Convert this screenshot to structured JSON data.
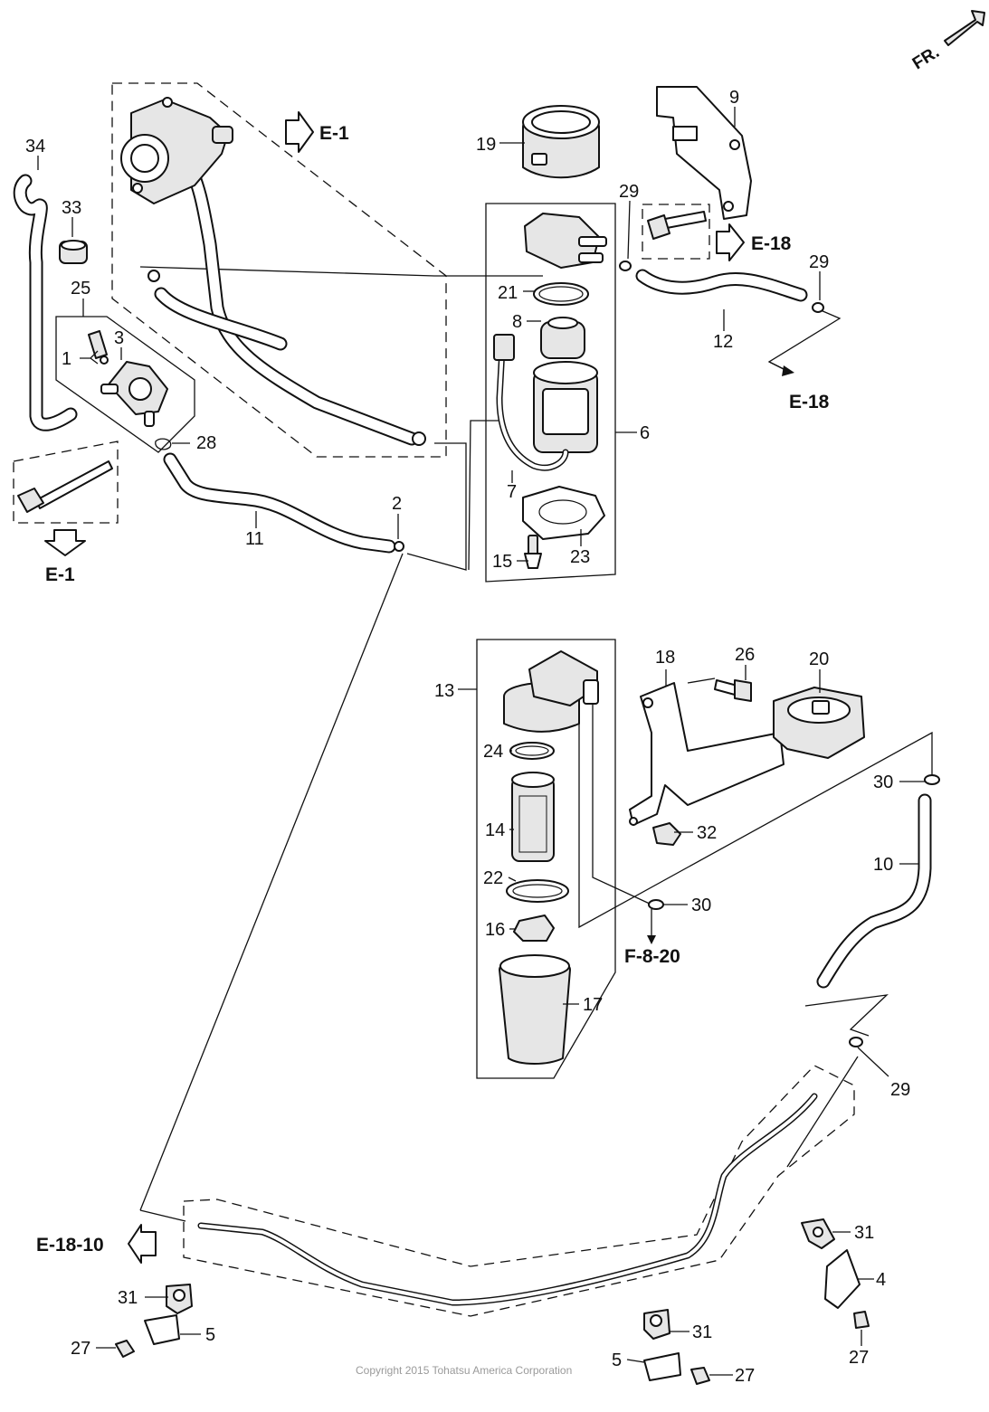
{
  "orientation": {
    "label": "FR."
  },
  "references": {
    "e1_top": "E-1",
    "e1_left": "E-1",
    "e18_bracket": "E-18",
    "e18_hose": "E-18",
    "f820": "F-8-20",
    "e1810": "E-18-10"
  },
  "callouts": {
    "p1": "1",
    "p2": "2",
    "p3": "3",
    "p4": "4",
    "p5a": "5",
    "p5b": "5",
    "p6": "6",
    "p7": "7",
    "p8": "8",
    "p9": "9",
    "p10": "10",
    "p11": "11",
    "p12": "12",
    "p13": "13",
    "p14": "14",
    "p15": "15",
    "p16": "16",
    "p17": "17",
    "p18": "18",
    "p19": "19",
    "p20": "20",
    "p21": "21",
    "p22": "22",
    "p23": "23",
    "p24": "24",
    "p25": "25",
    "p26": "26",
    "p27a": "27",
    "p27b": "27",
    "p27c": "27",
    "p28": "28",
    "p29a": "29",
    "p29b": "29",
    "p29c": "29",
    "p30a": "30",
    "p30b": "30",
    "p31a": "31",
    "p31b": "31",
    "p31c": "31",
    "p32": "32",
    "p33": "33",
    "p34": "34"
  },
  "copyright": "Copyright 2015 Tohatsu America Corporation",
  "colors": {
    "line": "#111111",
    "background": "#ffffff",
    "copyright": "#9a9a9a"
  }
}
